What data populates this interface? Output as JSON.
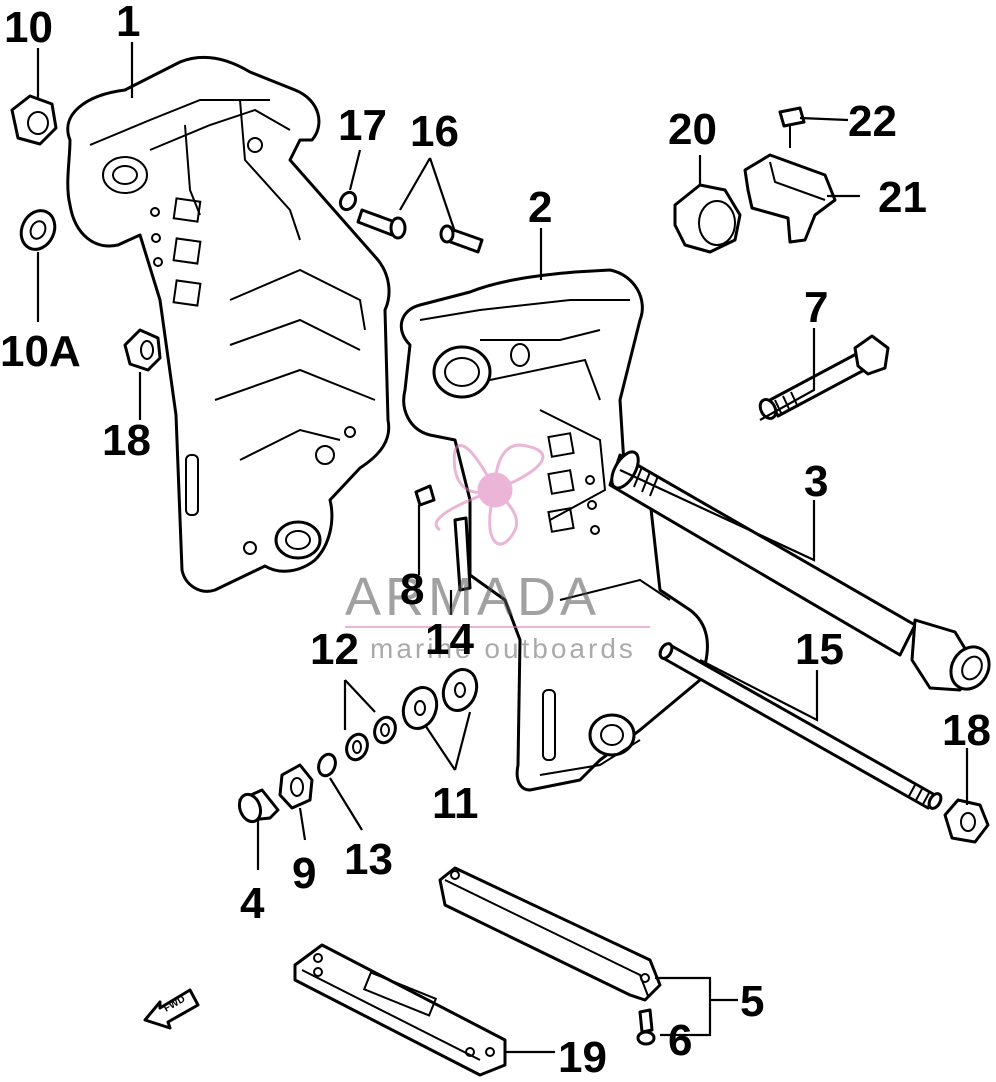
{
  "callouts": {
    "c1": "1",
    "c2": "2",
    "c3": "3",
    "c4": "4",
    "c5": "5",
    "c6": "6",
    "c7": "7",
    "c8": "8",
    "c9": "9",
    "c10": "10",
    "c10a": "10A",
    "c11": "11",
    "c12": "12",
    "c13": "13",
    "c14": "14",
    "c15": "15",
    "c16": "16",
    "c17": "17",
    "c18a": "18",
    "c18b": "18",
    "c19": "19",
    "c20": "20",
    "c21": "21",
    "c22": "22"
  },
  "watermark": {
    "brand": "ARMADA",
    "tagline": "marine outboards",
    "color": "#d97ab5"
  },
  "direction_tag": {
    "label": "FWD"
  }
}
